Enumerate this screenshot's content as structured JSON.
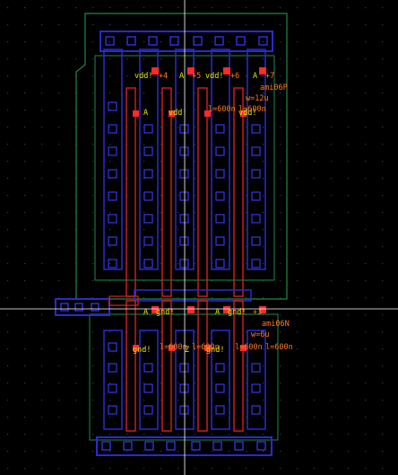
{
  "labels": {
    "vdd_1": "vdd!",
    "vdd_2": "vdd!",
    "vdd_3": "vdd!",
    "vdd_4": "vdd!",
    "gnd_1": "gnd!",
    "gnd_2": "gnd!",
    "gnd_3": "gnd!",
    "gnd_4": "gnd!",
    "net_p4": "+4",
    "net_p5": "+5",
    "net_p6": "+6",
    "net_p7": "+7",
    "net_n3": "+3",
    "pmos_cell": "ami06P",
    "nmos_cell": "ami06N",
    "pmos_width": "w=12u",
    "nmos_width": "w=6u",
    "length_1": "l=600n",
    "length_2": "l=600n",
    "length_3": "l=600n",
    "length_4": "l=600n",
    "length_5": "l=600n",
    "length_6": "l=600n",
    "pin_a": "A",
    "pin_z": "Z"
  },
  "colors": {
    "background": "#000000",
    "grid_dot": "#2f3a66",
    "nwell": "#1e8a4a",
    "metal1": "#2a2ad0",
    "poly": "#d62020",
    "contact": "#3a3aff",
    "label_yellow": "#e6e600",
    "label_orange": "#ff7a1a",
    "crosshair": "#ffffff"
  }
}
